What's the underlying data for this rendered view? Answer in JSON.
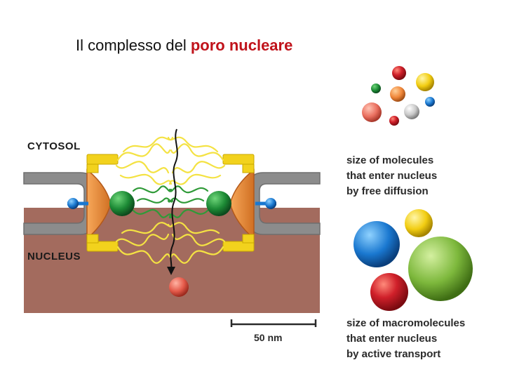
{
  "title": {
    "prefix": "Il complesso del ",
    "highlight": "poro nucleare"
  },
  "regions": {
    "cytosol": "CYTOSOL",
    "nucleus": "NUCLEUS"
  },
  "scale_bar": "50 nm",
  "legend": {
    "small_line1": "size of molecules",
    "small_line2": "that enter nucleus",
    "small_line3": "by free diffusion",
    "large_line1": "size of macromolecules",
    "large_line2": "that enter nucleus",
    "large_line3": "by active transport"
  },
  "colors": {
    "highlight": "#c0131b",
    "cytosol": "#ffffff",
    "nucleus": "#a36b5e",
    "envelope": "#8c8c8c",
    "pore_wall": "#e8883a",
    "ring": "#f2d21d",
    "filaments_yellow": "#f4e243",
    "filaments_green": "#2f9a38"
  }
}
